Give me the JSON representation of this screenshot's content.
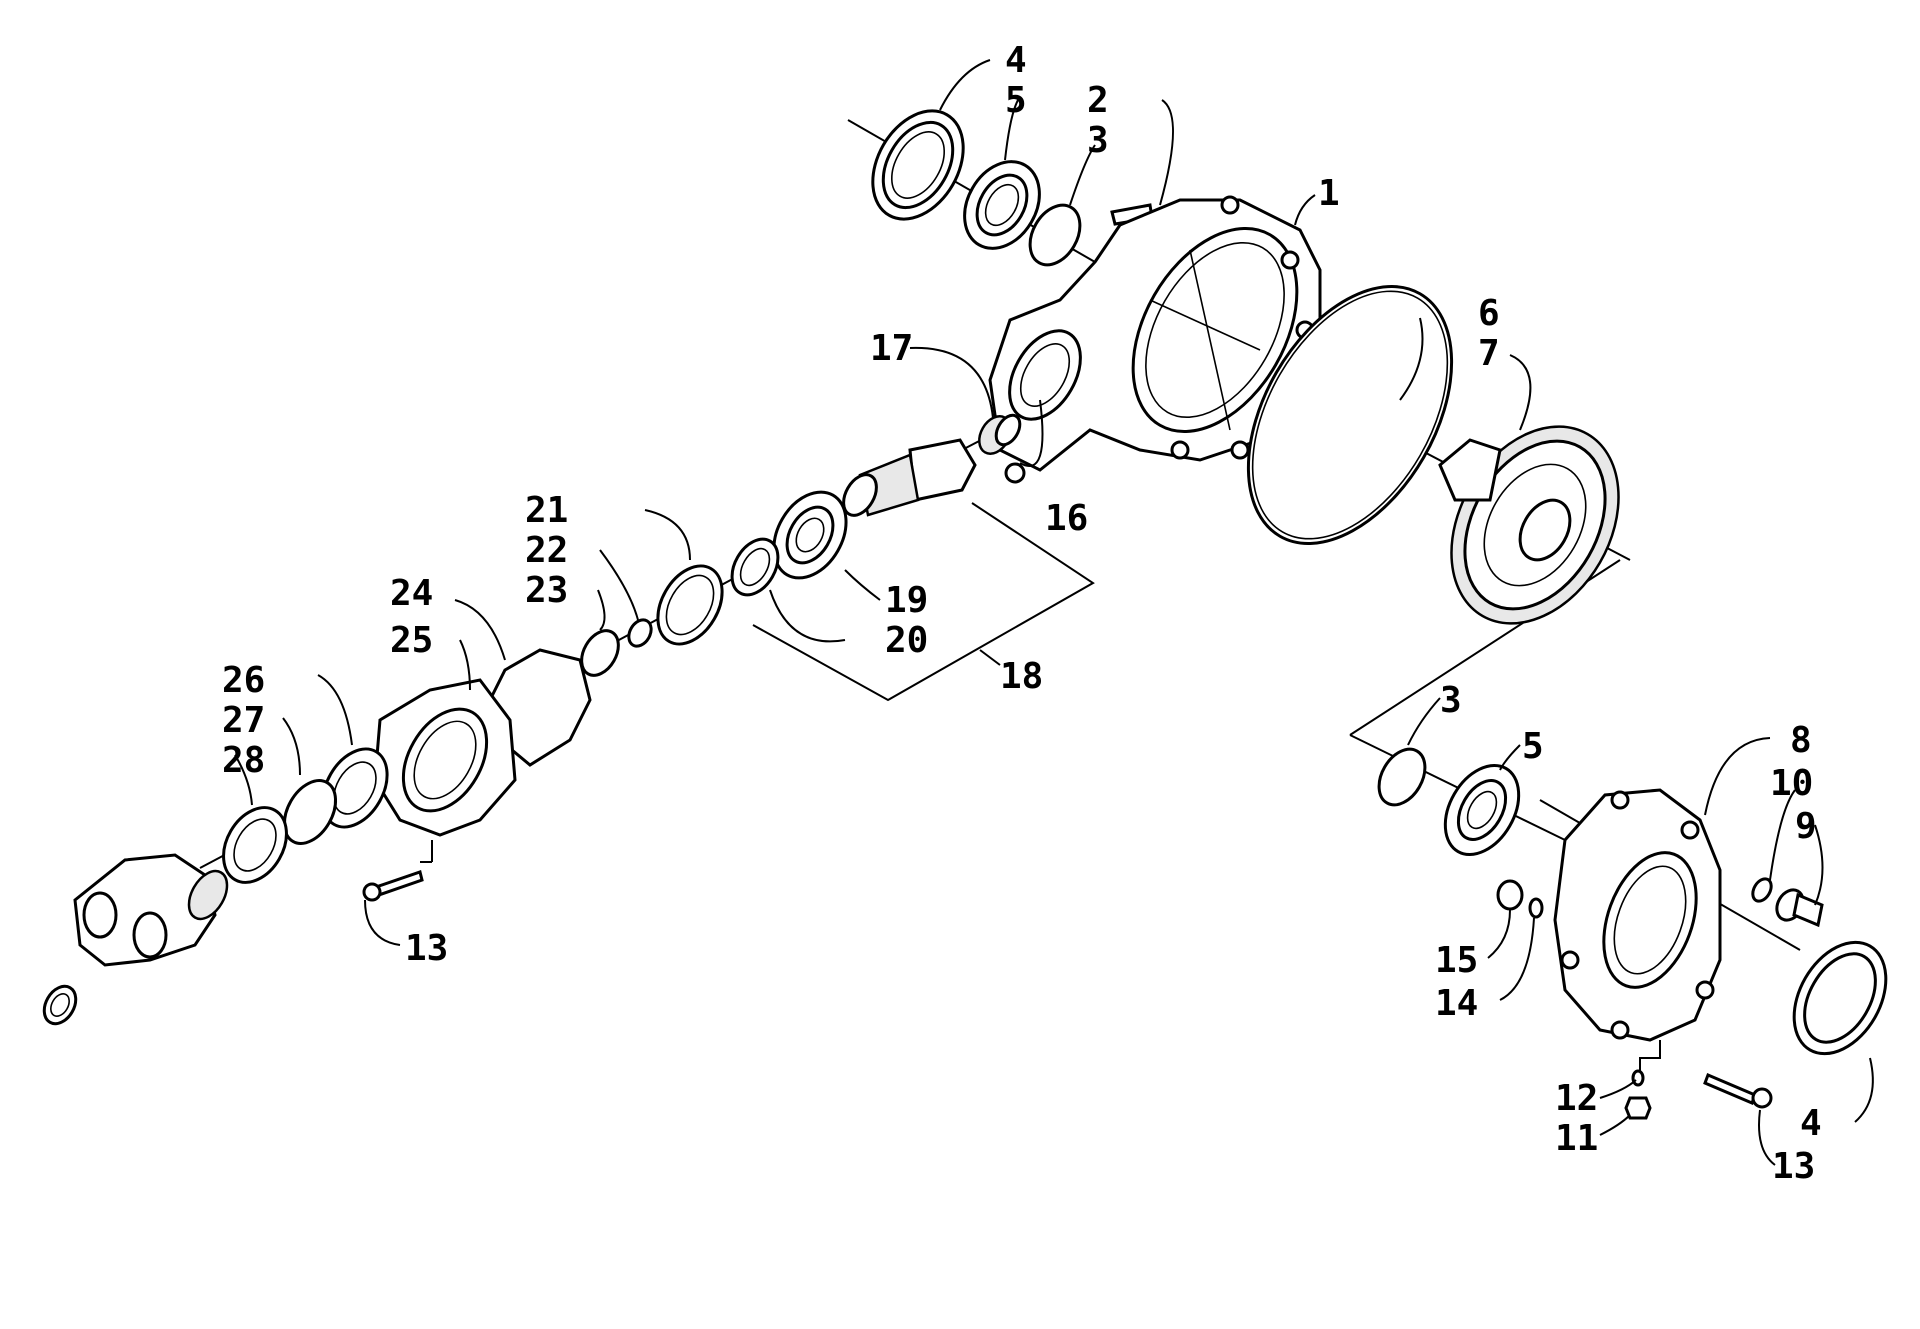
{
  "labels": {
    "p1": "1",
    "p2": "2",
    "p3a": "3",
    "p3b": "3",
    "p4a": "4",
    "p4b": "4",
    "p5a": "5",
    "p5b": "5",
    "p6": "6",
    "p7": "7",
    "p8": "8",
    "p9": "9",
    "p10": "10",
    "p11": "11",
    "p12": "12",
    "p13a": "13",
    "p13b": "13",
    "p14": "14",
    "p15": "15",
    "p16": "16",
    "p17": "17",
    "p18": "18",
    "p19": "19",
    "p20": "20",
    "p21": "21",
    "p22": "22",
    "p23": "23",
    "p24": "24",
    "p25": "25",
    "p26": "26",
    "p27": "27",
    "p28": "28"
  }
}
